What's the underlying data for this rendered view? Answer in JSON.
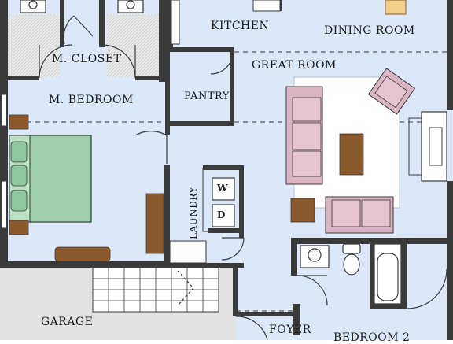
{
  "floor_plan": {
    "rooms": {
      "kitchen": "KITCHEN",
      "dining_room": "DINING ROOM",
      "m_closet": "M. CLOSET",
      "great_room": "GREAT ROOM",
      "m_bedroom": "M. BEDROOM",
      "pantry": "PANTRY",
      "laundry": "LAUNDRY",
      "garage": "GARAGE",
      "foyer": "FOYER",
      "bedroom_2": "BEDROOM 2"
    },
    "appliances": {
      "washer": "W",
      "dryer": "D"
    },
    "colors": {
      "floor": "#dce8f8",
      "wall": "#3a3a3a",
      "garage_floor": "#e2e2e2",
      "bed": "#9fd1ae",
      "sofa": "#dab6c4",
      "wood": "#8a5a2c",
      "rug": "#ffffff"
    }
  }
}
